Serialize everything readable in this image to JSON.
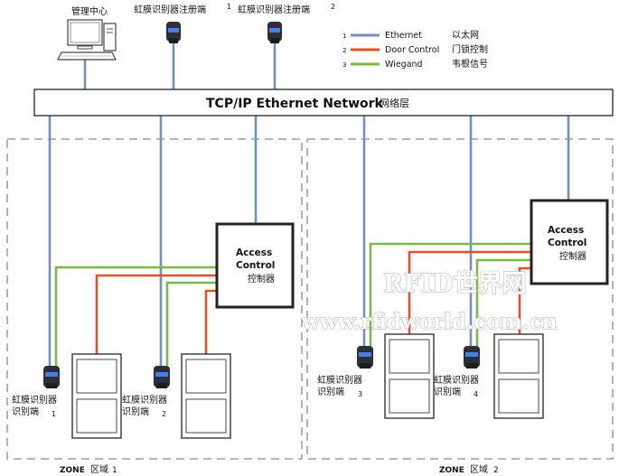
{
  "colors": {
    "ethernet": "#6f8fc6",
    "door_control": "#e0512a",
    "wiegand": "#79b84a",
    "zone_border": "#8a8a8a"
  },
  "top": {
    "management_label": "管理中心",
    "registration_1": "虹膜识别器注册端",
    "registration_1_num": "1",
    "registration_2": "虹膜识别器注册端",
    "registration_2_num": "2"
  },
  "legend": [
    {
      "num": "1",
      "name": "Ethernet",
      "cn": "以太网",
      "color_key": "ethernet"
    },
    {
      "num": "2",
      "name": "Door Control",
      "cn": "门锁控制",
      "color_key": "door_control"
    },
    {
      "num": "3",
      "name": "Wiegand",
      "cn": "韦根信号",
      "color_key": "wiegand"
    }
  ],
  "network": {
    "title": "TCP/IP Ethernet Network",
    "subtitle": "网络层"
  },
  "controllers": [
    {
      "line1": "Access",
      "line2": "Control",
      "line3": "控制器"
    },
    {
      "line1": "Access",
      "line2": "Control",
      "line3": "控制器"
    }
  ],
  "readers": [
    {
      "line1": "虹膜识别器",
      "line2": "识别端",
      "num": "1"
    },
    {
      "line1": "虹膜识别器",
      "line2": "识别端",
      "num": "2"
    },
    {
      "line1": "虹膜识别器",
      "line2": "识别端",
      "num": "3"
    },
    {
      "line1": "虹膜识别器",
      "line2": "识别端",
      "num": "4"
    }
  ],
  "zones": [
    {
      "label": "ZONE",
      "cn": "区域",
      "num": "1"
    },
    {
      "label": "ZONE",
      "cn": "区域",
      "num": "2"
    }
  ],
  "watermark": {
    "line1": "RFID世界网",
    "line2": "www.rfidworld.com.cn"
  }
}
